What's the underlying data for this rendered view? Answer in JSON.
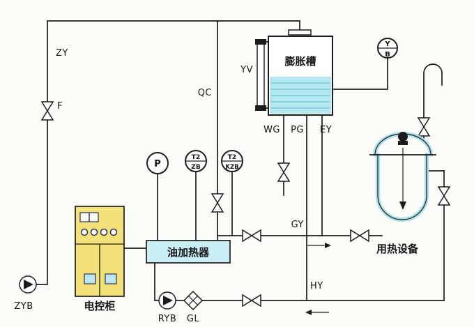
{
  "colors": {
    "line": "#1c1c1c",
    "background": "#fcfcf9",
    "tank_liquid": "#b5e8ef",
    "heater_fill": "#c9eef4",
    "cabinet_fill": "#f2e278",
    "vessel_wall": "#aadfe9",
    "handle_fill": "#bfe6f2"
  },
  "labels": {
    "zy": "ZY",
    "f": "F",
    "zyb": "ZYB",
    "cabinet": "电控柜",
    "qc": "QC",
    "yv": "YV",
    "tank": "膨胀槽",
    "wg": "WG",
    "pg": "PG",
    "ey": "EY",
    "gy": "GY",
    "hy": "HY",
    "heater": "油加热器",
    "equipment": "用热设备",
    "ryb": "RYB",
    "gl": "GL",
    "gauge_p": "P",
    "gauge_t2zb_line1": "T2",
    "gauge_t2zb_line2": "ZB",
    "gauge_t2kzb_line1": "T2",
    "gauge_t2kzb_line2": "KZB",
    "gauge_yb_line1": "Y",
    "gauge_yb_line2": "B"
  }
}
